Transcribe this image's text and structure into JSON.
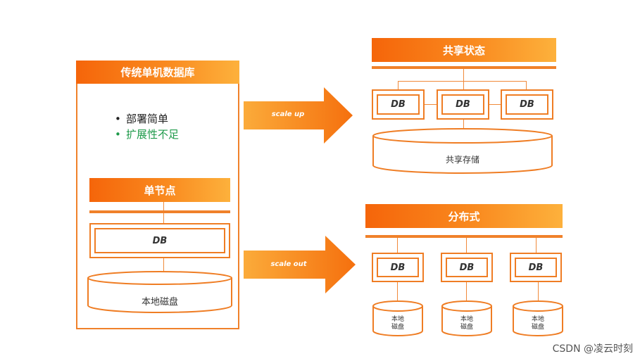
{
  "left_panel": {
    "title": "传统单机数据库",
    "bullets": [
      {
        "text": "部署简单",
        "color": "#222222"
      },
      {
        "text": "扩展性不足",
        "color": "#1e9a4a"
      }
    ],
    "node_header": "单节点",
    "db_label": "DB",
    "disk_label": "本地磁盘"
  },
  "arrows": {
    "scale_up": "scale up",
    "scale_out": "scale out"
  },
  "shared_state": {
    "title": "共享状态",
    "db_labels": [
      "DB",
      "DB",
      "DB"
    ],
    "storage_label": "共享存储"
  },
  "distributed": {
    "title": "分布式",
    "db_labels": [
      "DB",
      "DB",
      "DB"
    ],
    "disk_labels": [
      "本地\n磁盘",
      "本地\n磁盘",
      "本地\n磁盘"
    ]
  },
  "watermark": "CSDN @凌云时刻",
  "colors": {
    "accent": "#f0812a",
    "header_start": "#f5650a",
    "header_end": "#fdb13c",
    "green_text": "#1e9a4a"
  }
}
